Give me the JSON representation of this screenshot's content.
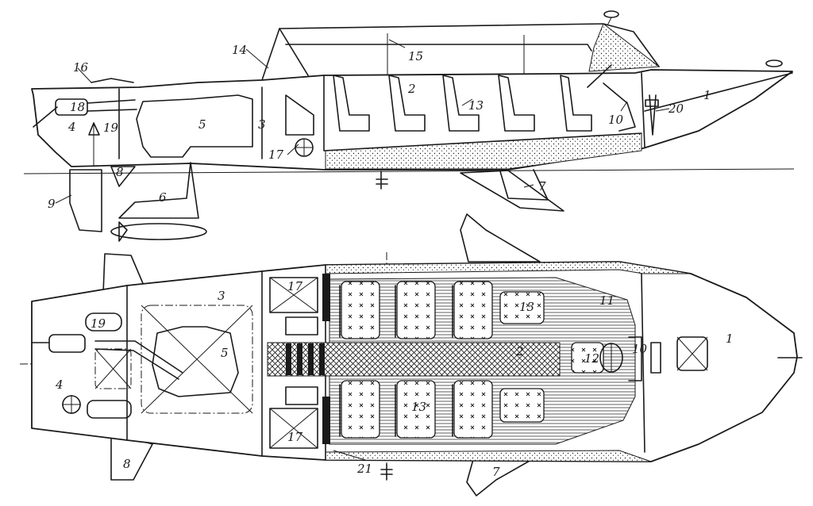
{
  "labels": {
    "l1": "1",
    "l2": "2",
    "l3": "3",
    "l4": "4",
    "l5": "5",
    "l6": "6",
    "l7": "7",
    "l8": "8",
    "l9": "9",
    "l10": "10",
    "l11": "11",
    "l12": "12",
    "l13": "13",
    "l14": "14",
    "l15": "15",
    "l16": "16",
    "l17": "17",
    "l18": "18",
    "l19": "19",
    "l20": "20",
    "l21": "21"
  },
  "colors": {
    "ink": "#1a1a1a",
    "paper": "#ffffff"
  }
}
